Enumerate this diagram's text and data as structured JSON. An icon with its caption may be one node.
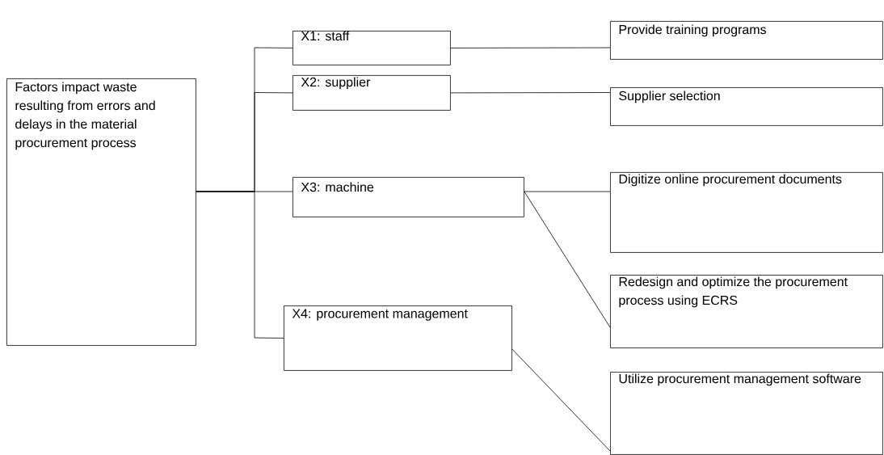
{
  "diagram": {
    "nodes": [
      {
        "text": [
          "Factors impact waste resulting from errors and delays in the material procurement process"
        ]
      },
      {
        "text": [
          "X1: staff"
        ]
      },
      {
        "text": [
          "X2: supplier"
        ]
      },
      {
        "text": [
          "X3: machine"
        ]
      },
      {
        "text": [
          "X4: procurement management"
        ]
      },
      {
        "text": [
          "Provide training programs"
        ]
      },
      {
        "text": [
          "Supplier selection"
        ]
      },
      {
        "text": [
          "Digitize online procurement documents"
        ]
      },
      {
        "text": [
          "Redesign and optimize the procurement process using ECRS"
        ]
      },
      {
        "text": [
          "Utilize procurement management software"
        ]
      }
    ],
    "edges": [
      {
        "from": 0,
        "to": 1,
        "arrow": "none"
      },
      {
        "from": 0,
        "to": 2,
        "arrow": "none"
      },
      {
        "from": 0,
        "to": 3,
        "arrow": "none"
      },
      {
        "from": 0,
        "to": 4,
        "arrow": "none"
      },
      {
        "from": 1,
        "to": 5,
        "arrow": "none"
      },
      {
        "from": 2,
        "to": 6,
        "arrow": "none"
      },
      {
        "from": 3,
        "to": 7,
        "arrow": "none"
      },
      {
        "from": 3,
        "to": 8,
        "arrow": "none"
      },
      {
        "from": 4,
        "to": 9,
        "arrow": "none"
      }
    ]
  }
}
